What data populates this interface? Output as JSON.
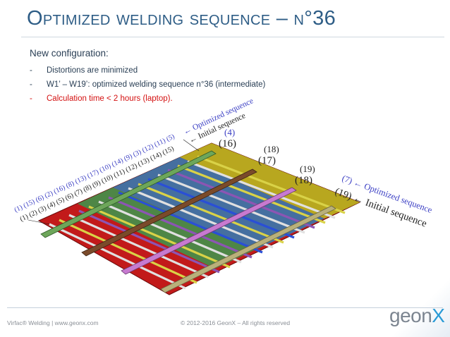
{
  "slide": {
    "title": "Optimized welding sequence – n°36",
    "intro": "New configuration:",
    "bullets": [
      {
        "dash": "-",
        "text": "Distortions are minimized",
        "color": "#2a3f55"
      },
      {
        "dash": "-",
        "text": "W1’ – W19’: optimized welding sequence n°36 (intermediate)",
        "color": "#2a3f55"
      },
      {
        "dash": "-",
        "text": "Calculation time < 2 hours (laptop).",
        "color": "#d41111"
      }
    ]
  },
  "diagram": {
    "colors": {
      "plate_base": "#c21a1a",
      "plate_yellow": "#b7b320",
      "stiffener_green": "#6da65a",
      "stiffener_brown": "#7a4a2a",
      "stiffener_pink": "#c77ad0",
      "stiffener_tan": "#b9b07a",
      "optimized_text": "#3b3fc4",
      "initial_text": "#222222"
    },
    "legend_top": {
      "optimized": "← Optimized sequence",
      "initial": "← Initial sequence"
    },
    "legend_right": {
      "optimized": "(7) ← Optimized sequence",
      "initial": "(19) ← Initial sequence"
    },
    "crossbar_labels": [
      {
        "optimized": "(4)",
        "initial": "(16)"
      },
      {
        "optimized": "(18)",
        "initial": "(17)"
      },
      {
        "optimized": "(19)",
        "initial": "(18)"
      }
    ],
    "diagonal_optimized": "(1) (15) (6) (2) (16) (8) (13) (17) (10) (14) (9) (3) (12) (11) (5)",
    "diagonal_initial": "(1) (2) (3) (4) (5) (6) (7) (8) (9) (10) (11) (12) (13) (14) (15)"
  },
  "footer": {
    "left": "Virfac® Welding | www.geonx.com",
    "center": "© 2012-2016 GeonX – All rights reserved",
    "logo_text": "geon",
    "logo_accent": "X"
  }
}
